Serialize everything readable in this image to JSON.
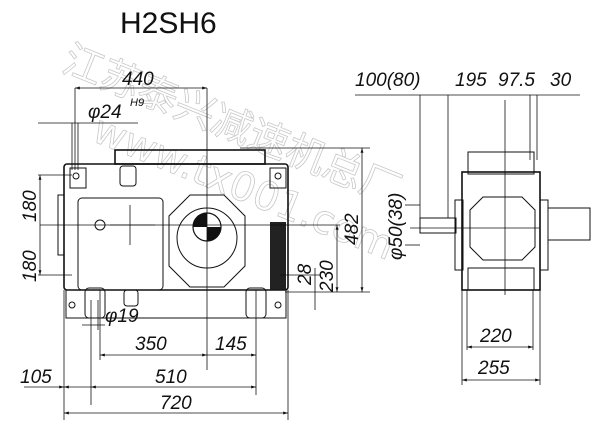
{
  "title": "H2SH6",
  "watermark": {
    "line1": "江苏泰兴减速机总厂",
    "line2": "www.tx001.com"
  },
  "front_view": {
    "dims": {
      "d440": "440",
      "phi24": "φ24",
      "phi24_tol": "H9",
      "d180_top": "180",
      "d180_bottom": "180",
      "d482": "482",
      "d230": "230",
      "d28": "28",
      "phi19": "φ19",
      "d350": "350",
      "d145": "145",
      "d105": "105",
      "d510": "510",
      "d720": "720"
    }
  },
  "side_view": {
    "dims": {
      "d100_80": "100(80)",
      "d195": "195",
      "d97_5": "97.5",
      "d30": "30",
      "phi50_38": "φ50(38)",
      "d220": "220",
      "d255": "255"
    }
  }
}
